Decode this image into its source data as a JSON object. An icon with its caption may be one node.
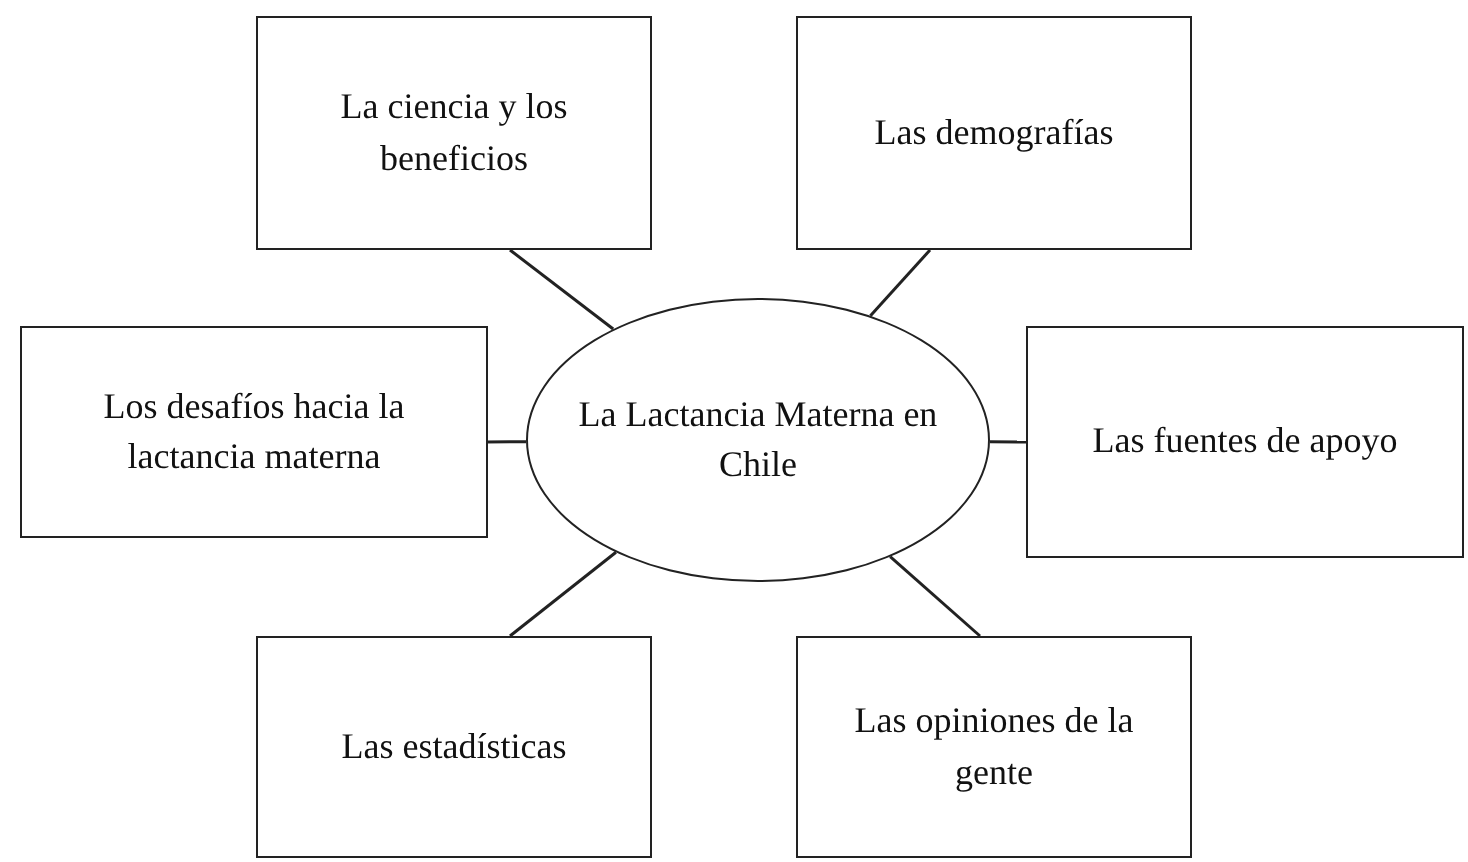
{
  "diagram": {
    "nodes": [
      {
        "text": [
          "La Lactancia Materna en Chile"
        ]
      },
      {
        "text": [
          "La ciencia y los beneficios"
        ]
      },
      {
        "text": [
          "Las demografías"
        ]
      },
      {
        "text": [
          "Los desafíos hacia la lactancia materna"
        ]
      },
      {
        "text": [
          "Las fuentes de apoyo"
        ]
      },
      {
        "text": [
          "Las estadísticas"
        ]
      },
      {
        "text": [
          "Las opiniones de la gente"
        ]
      }
    ],
    "edges": [
      {
        "from": 0,
        "to": 1,
        "arrow": "none"
      },
      {
        "from": 0,
        "to": 2,
        "arrow": "none"
      },
      {
        "from": 0,
        "to": 3,
        "arrow": "none"
      },
      {
        "from": 0,
        "to": 4,
        "arrow": "none"
      },
      {
        "from": 0,
        "to": 5,
        "arrow": "none"
      },
      {
        "from": 0,
        "to": 6,
        "arrow": "none"
      }
    ]
  }
}
